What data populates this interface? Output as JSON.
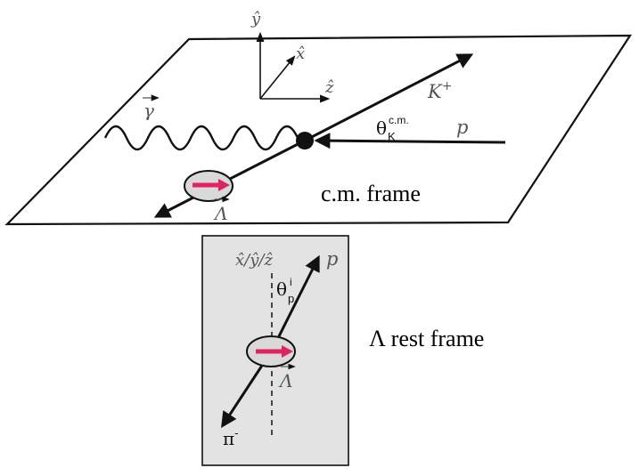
{
  "colors": {
    "plane_fill": "#ffffff",
    "panel_fill": "#e3e3e3",
    "stroke": "#111111",
    "spin_arrow": "#e0245e",
    "axis_text": "#555555"
  },
  "cm_frame": {
    "axes": {
      "y": "ŷ",
      "x": "x̂",
      "z": "ẑ"
    },
    "photon": "γ",
    "kaon": "K",
    "kaon_charge": "+",
    "proton": "p",
    "angle_symbol": "θ",
    "angle_sub": "K",
    "angle_sup": "c.m.",
    "lambda": "Λ",
    "frame_label": "c.m. frame"
  },
  "rest_frame": {
    "axis_label": "x̂/ŷ/ẑ",
    "proton": "p",
    "angle_symbol": "θ",
    "angle_sub": "p",
    "angle_sup": "i",
    "lambda": "Λ",
    "pion": "π",
    "pion_charge": "-",
    "frame_label": "Λ rest frame"
  },
  "icons": {
    "photon": "wavy-line",
    "spin": "arrow-right",
    "vector": "arrow-over"
  }
}
